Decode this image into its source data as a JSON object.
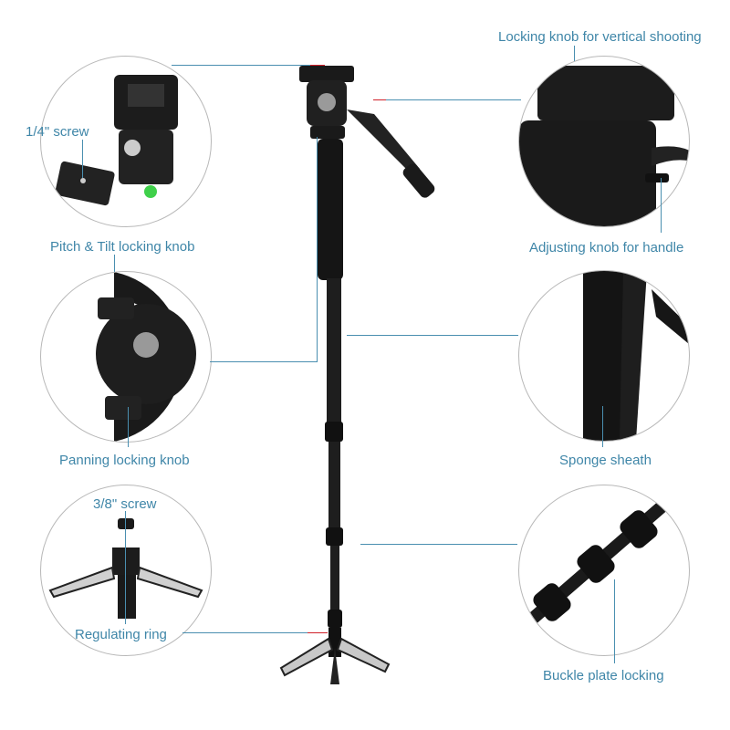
{
  "product": "Video monopod with fluid pan head and tripod base",
  "accent_colors": {
    "label_text": "#3f86a8",
    "leader_line": "#4a8fb0",
    "marker": "#d0202a",
    "circle_border": "#b8b8b8"
  },
  "callouts": {
    "quarter_screw": {
      "label": "1/4\" screw"
    },
    "pitch_tilt": {
      "label": "Pitch & Tilt locking knob"
    },
    "panning": {
      "label": "Panning locking knob"
    },
    "three_eighths_screw": {
      "label": "3/8\" screw"
    },
    "regulating_ring": {
      "label": "Regulating ring"
    },
    "vertical_lock": {
      "label": "Locking knob for vertical shooting"
    },
    "handle_knob": {
      "label": "Adjusting knob for handle"
    },
    "sponge": {
      "label": "Sponge sheath"
    },
    "buckle": {
      "label": "Buckle plate locking"
    }
  }
}
